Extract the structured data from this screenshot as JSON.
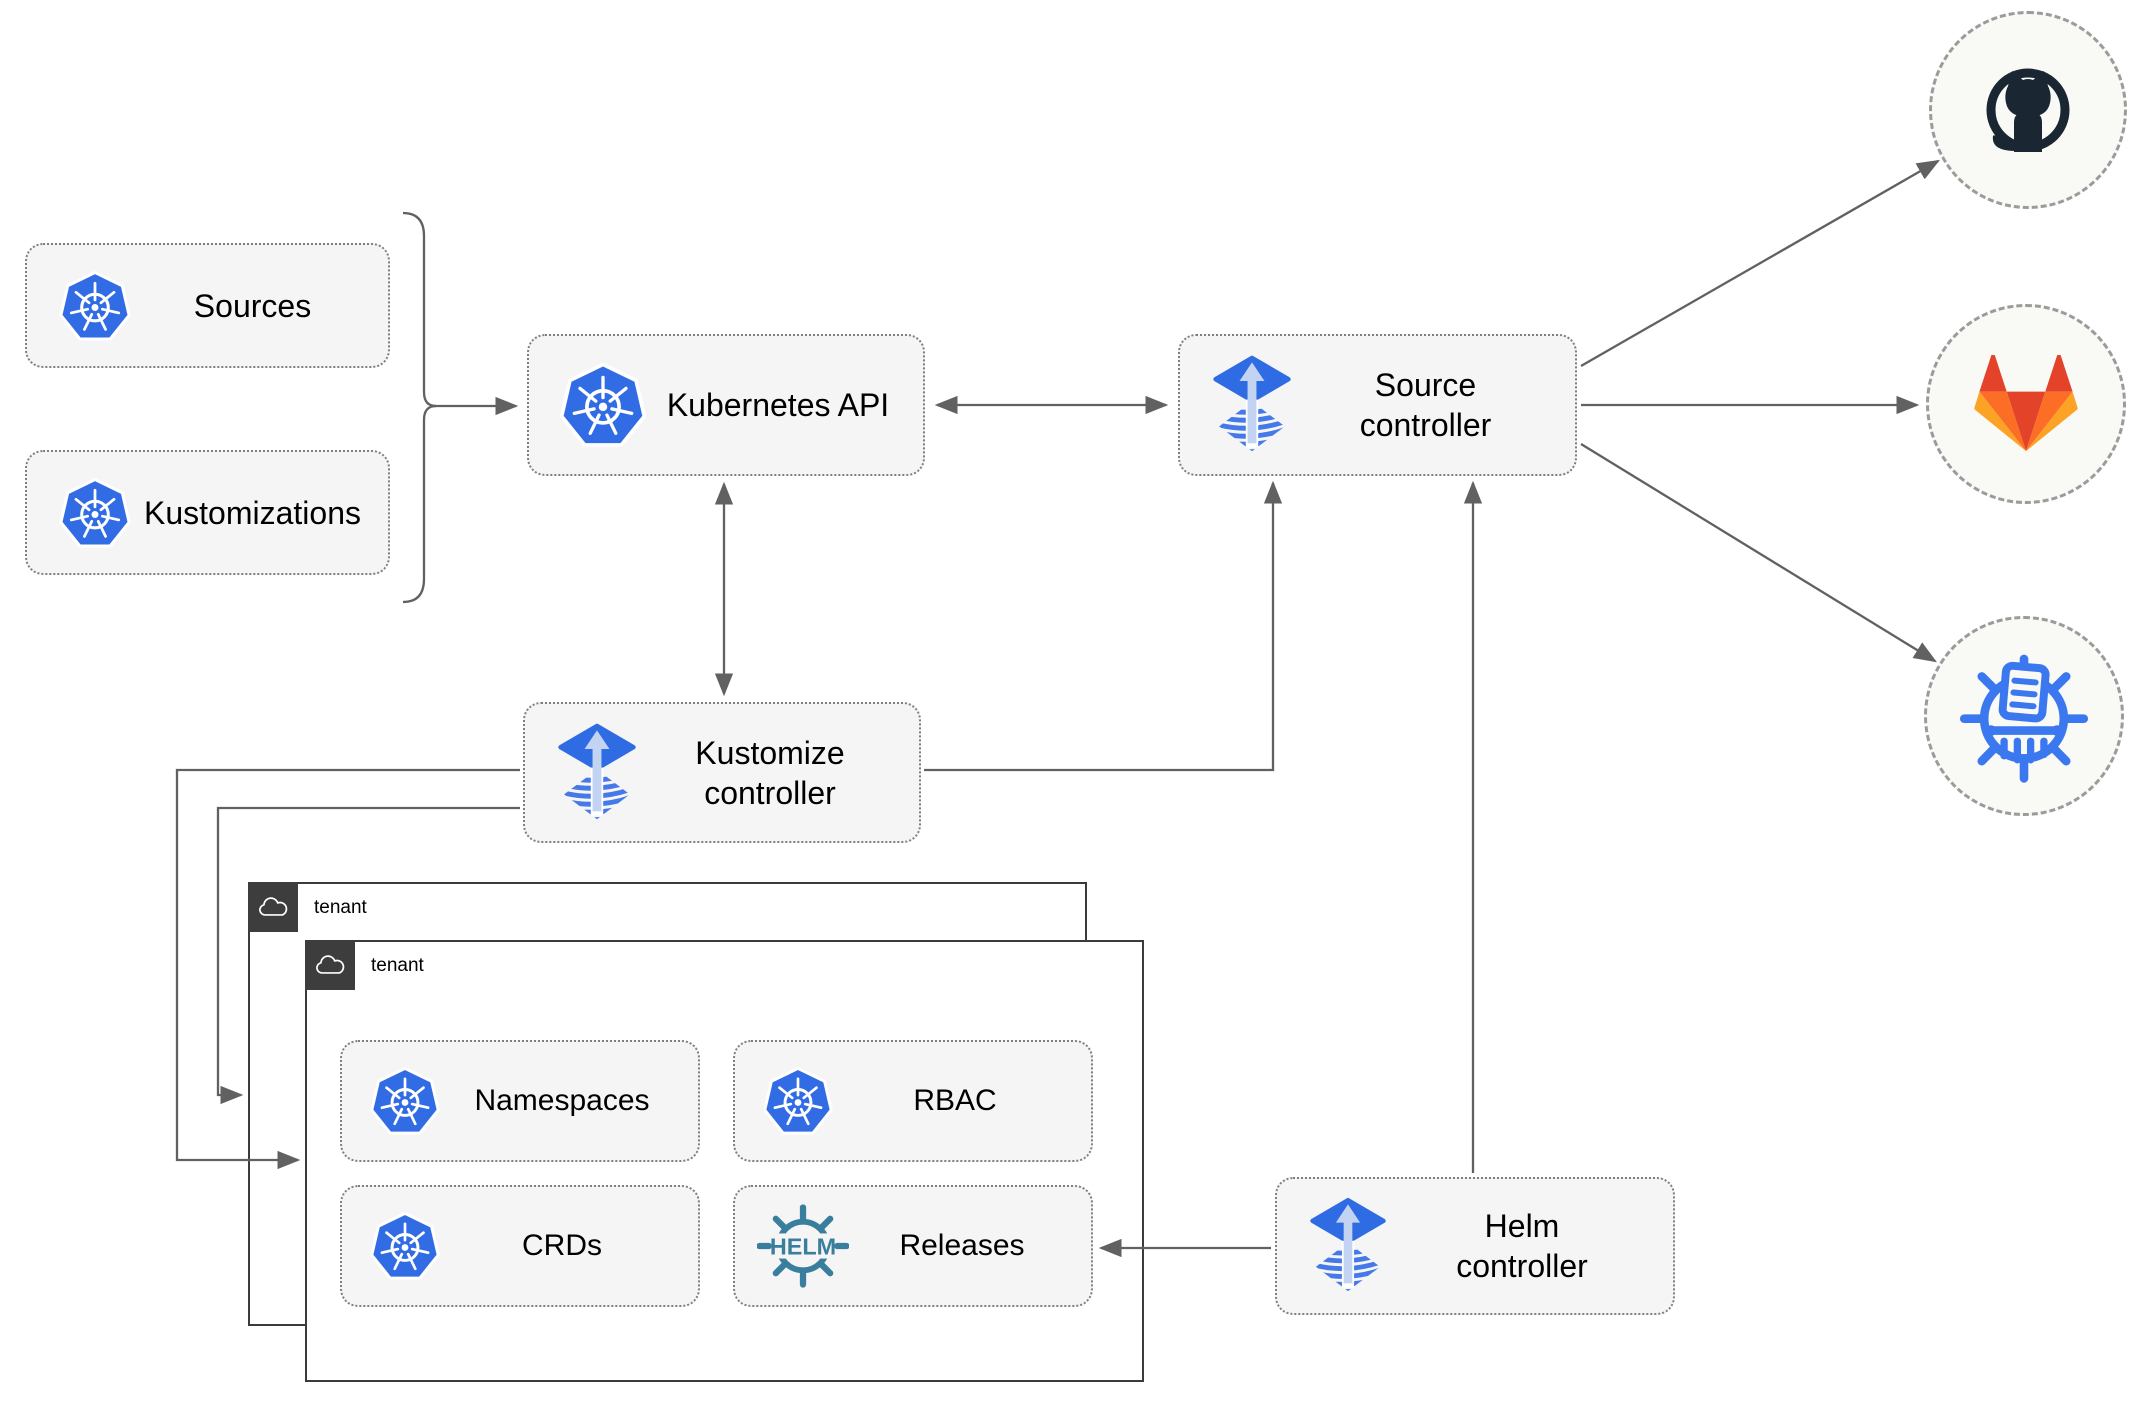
{
  "nodes": {
    "sources": {
      "label": "Sources",
      "icon": "kubernetes-icon"
    },
    "kustomizations": {
      "label": "Kustomizations",
      "icon": "kubernetes-icon"
    },
    "kubernetes_api": {
      "label": "Kubernetes API",
      "icon": "kubernetes-icon"
    },
    "source_controller": {
      "line1": "Source",
      "line2": "controller",
      "icon": "flux-icon"
    },
    "kustomize_controller": {
      "line1": "Kustomize",
      "line2": "controller",
      "icon": "flux-icon"
    },
    "helm_controller": {
      "line1": "Helm",
      "line2": "controller",
      "icon": "flux-icon"
    },
    "namespaces": {
      "label": "Namespaces",
      "icon": "kubernetes-icon"
    },
    "rbac": {
      "label": "RBAC",
      "icon": "kubernetes-icon"
    },
    "crds": {
      "label": "CRDs",
      "icon": "kubernetes-icon"
    },
    "releases": {
      "label": "Releases",
      "icon": "helm-icon",
      "icon_text": "HELM"
    }
  },
  "tenants": [
    {
      "label": "tenant"
    },
    {
      "label": "tenant"
    }
  ],
  "external_endpoints": [
    {
      "name": "github",
      "icon": "github-icon"
    },
    {
      "name": "gitlab",
      "icon": "gitlab-icon"
    },
    {
      "name": "helm-chart-repository",
      "icon": "chartmuseum-icon"
    }
  ],
  "edges": [
    {
      "from": "sources-kustomizations-group",
      "to": "kubernetes-api",
      "arrows": "single"
    },
    {
      "from": "kubernetes-api",
      "to": "source-controller",
      "arrows": "double"
    },
    {
      "from": "kubernetes-api",
      "to": "kustomize-controller",
      "arrows": "double"
    },
    {
      "from": "kustomize-controller",
      "to": "source-controller",
      "arrows": "single"
    },
    {
      "from": "helm-controller",
      "to": "source-controller",
      "arrows": "single"
    },
    {
      "from": "helm-controller",
      "to": "releases",
      "arrows": "single"
    },
    {
      "from": "kustomize-controller",
      "to": "tenant-front",
      "arrows": "single"
    },
    {
      "from": "kustomize-controller",
      "to": "tenant-back",
      "arrows": "single"
    },
    {
      "from": "source-controller",
      "to": "github",
      "arrows": "single"
    },
    {
      "from": "source-controller",
      "to": "gitlab",
      "arrows": "single"
    },
    {
      "from": "source-controller",
      "to": "helm-chart-repository",
      "arrows": "single"
    }
  ],
  "colors": {
    "kubernetes_blue": "#326ce5",
    "flux_blue": "#2f6ce4",
    "flux_arrow_light": "#c3d3f2",
    "helm_teal": "#3a7e9d",
    "chartmuseum_blue": "#3b78ef",
    "github_dark": "#1a2733",
    "gitlab_red_orange": "#e24329",
    "gitlab_orange": "#fc6d26",
    "gitlab_light_orange": "#fca326",
    "connector_gray": "#616161",
    "node_fill": "#f5f5f5",
    "tenant_tab_dark": "#3d3d3d"
  }
}
